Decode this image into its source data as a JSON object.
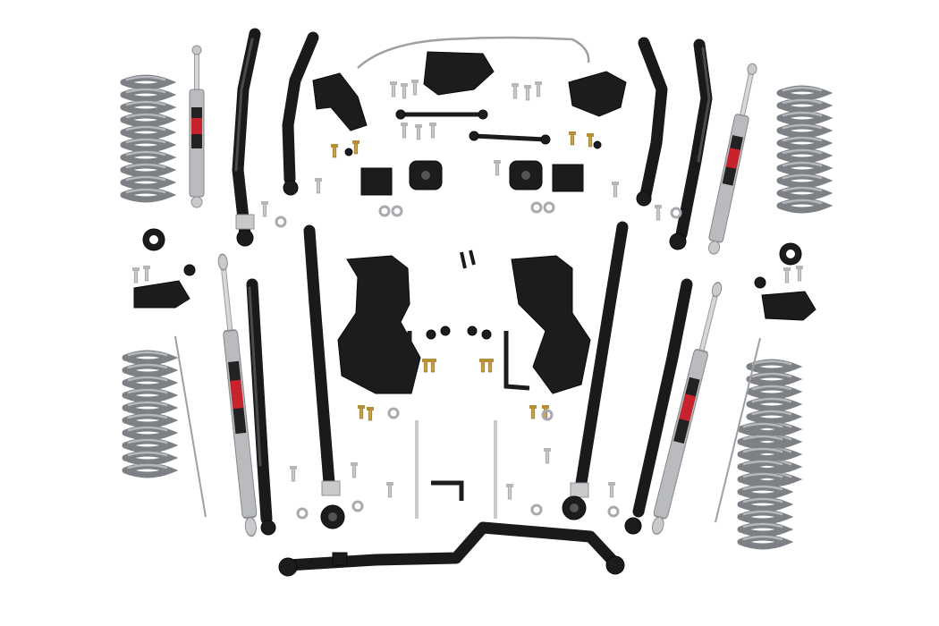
{
  "image": {
    "background": "#ffffff",
    "colors": {
      "coil_spring": "#7d8085",
      "control_arm": "#1a1a1c",
      "shock_body": "#b9bbbe",
      "shock_label": "#c8232c",
      "hardware_zinc": "#c9cacc",
      "hardware_brass": "#c8a24a"
    }
  },
  "components": {
    "coil_springs": 4,
    "shocks": 4,
    "control_arms_long": 8,
    "track_bar": 1
  }
}
